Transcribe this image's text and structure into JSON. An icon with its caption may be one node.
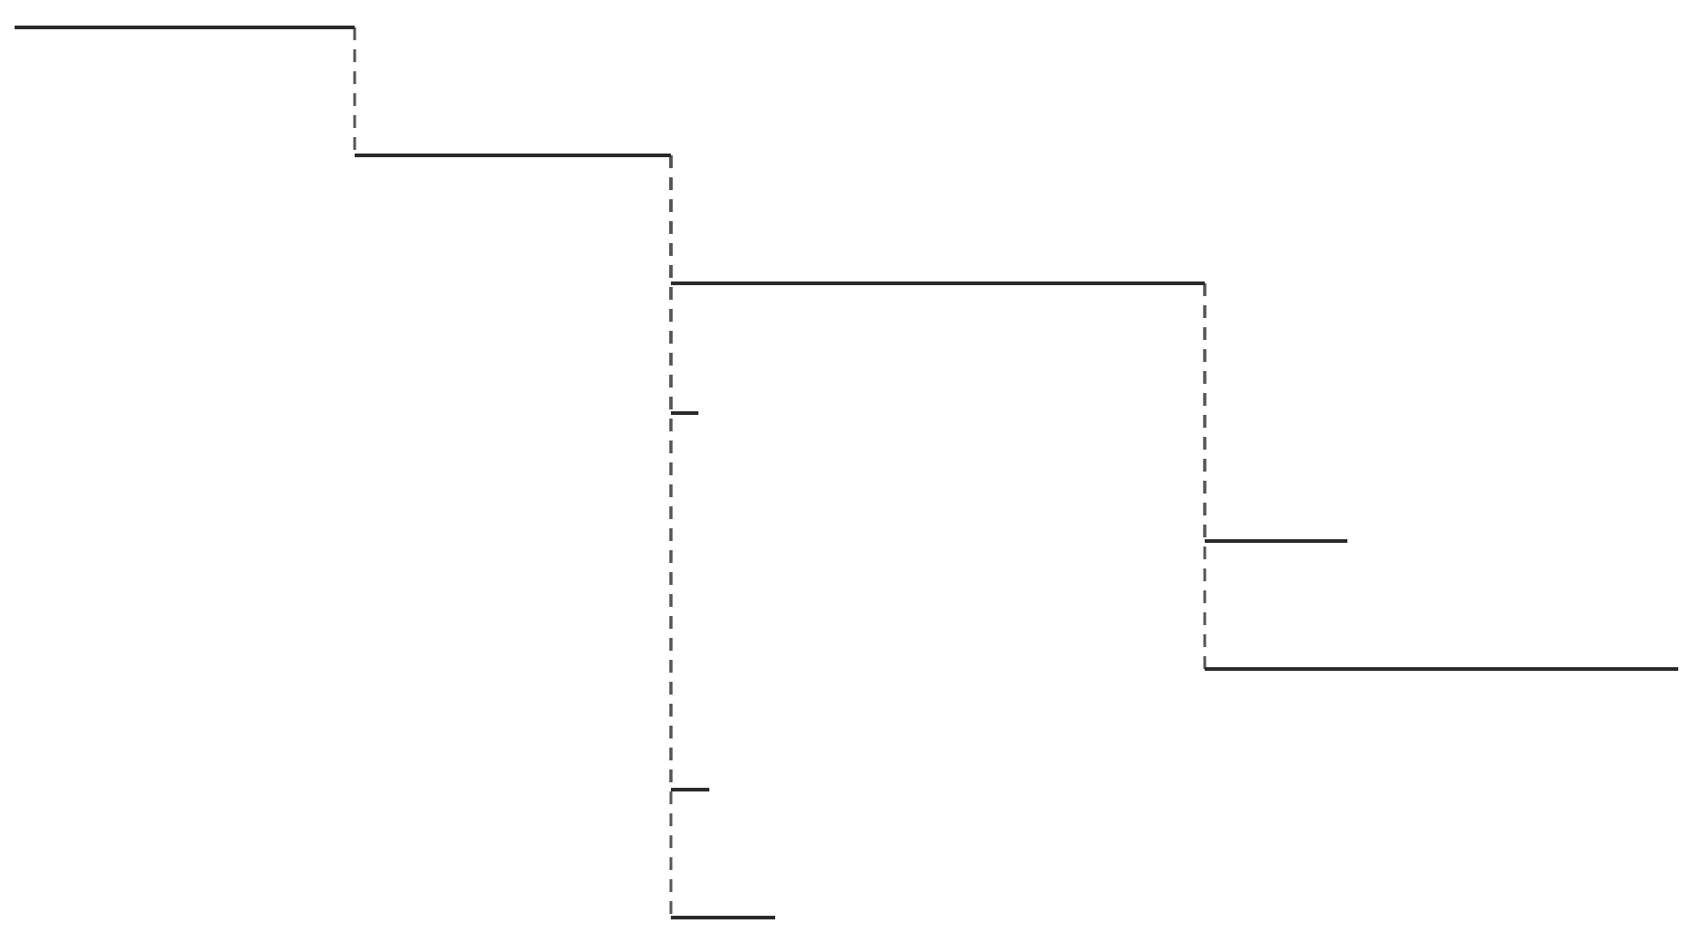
{
  "diagram": {
    "nodes": [
      {
        "text": [],
        "shape": "line"
      },
      {
        "text": [],
        "shape": "line"
      },
      {
        "text": [],
        "shape": "line"
      },
      {
        "text": [],
        "shape": "line"
      },
      {
        "text": [],
        "shape": "line"
      },
      {
        "text": [],
        "shape": "line"
      },
      {
        "text": [],
        "shape": "line"
      },
      {
        "text": [],
        "shape": "line"
      }
    ],
    "edges": [
      {
        "from": 0,
        "to": 1,
        "arrow": "none",
        "style": "dashed"
      },
      {
        "from": 1,
        "to": 2,
        "arrow": "none",
        "style": "dashed"
      },
      {
        "from": 1,
        "to": 3,
        "arrow": "none",
        "style": "dashed"
      },
      {
        "from": 1,
        "to": 6,
        "arrow": "none",
        "style": "dashed"
      },
      {
        "from": 1,
        "to": 7,
        "arrow": "none",
        "style": "dashed"
      },
      {
        "from": 2,
        "to": 4,
        "arrow": "none",
        "style": "dashed"
      },
      {
        "from": 2,
        "to": 5,
        "arrow": "none",
        "style": "dashed"
      }
    ]
  }
}
